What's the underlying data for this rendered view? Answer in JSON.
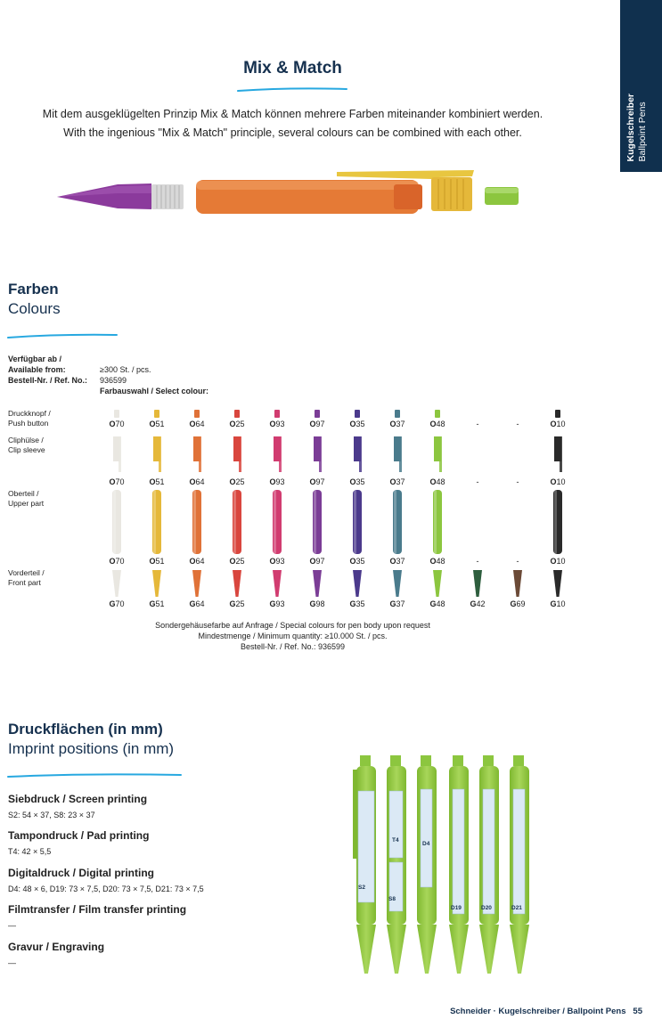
{
  "side_tab": {
    "de": "Kugelschreiber",
    "en": "Ballpoint Pens"
  },
  "mix": {
    "title": "Mix & Match",
    "line_de": "Mit dem ausgeklügelten Prinzip Mix & Match können mehrere Farben miteinander kombiniert werden.",
    "line_en": "With the ingenious \"Mix & Match\" principle, several colours can be combined with each other."
  },
  "colours": {
    "title_de": "Farben",
    "title_en": "Colours",
    "available_label": "Verfügbar ab /",
    "available_label_en": "Available from:",
    "available_value": "≥300 St. / pcs.",
    "order_label": "Bestell-Nr. / Ref. No.:",
    "order_value": "936599",
    "select_label": "Farbauswahl / Select colour:",
    "rows": [
      {
        "label_de": "Druckknopf /",
        "label_en": "Push button",
        "codes": [
          "O70",
          "O51",
          "O64",
          "O25",
          "O93",
          "O97",
          "O35",
          "O37",
          "O48",
          "-",
          "-",
          "O10"
        ]
      },
      {
        "label_de": "Cliphülse /",
        "label_en": "Clip sleeve",
        "codes": [
          "O70",
          "O51",
          "O64",
          "O25",
          "O93",
          "O97",
          "O35",
          "O37",
          "O48",
          "-",
          "-",
          "O10"
        ]
      },
      {
        "label_de": "Oberteil /",
        "label_en": "Upper part",
        "codes": [
          "O70",
          "O51",
          "O64",
          "O25",
          "O93",
          "O97",
          "O35",
          "O37",
          "O48",
          "-",
          "-",
          "O10"
        ]
      },
      {
        "label_de": "Vorderteil /",
        "label_en": "Front part",
        "codes": [
          "G70",
          "G51",
          "G64",
          "G25",
          "G93",
          "G98",
          "G35",
          "G37",
          "G48",
          "G42",
          "G69",
          "G10"
        ]
      }
    ],
    "swatch_colors": [
      "#e9e7e1",
      "#e5b83a",
      "#e07238",
      "#d9463e",
      "#d13c70",
      "#7b3d96",
      "#4b3a8c",
      "#4a7b8c",
      "#8cc63f",
      "#2e5e3e",
      "#6b4a37",
      "#2a2a2a"
    ],
    "note_1": "Sondergehäusefarbe auf Anfrage / Special colours for pen body upon request",
    "note_2": "Mindestmenge / Minimum quantity: ≥10.000 St. / pcs.",
    "note_3": "Bestell-Nr. / Ref. No.: 936599"
  },
  "imprint": {
    "title_de": "Druckflächen (in mm)",
    "title_en": "Imprint positions (in mm)",
    "items": [
      {
        "title": "Siebdruck / Screen printing",
        "value": "S2: 54 × 37, S8: 23 × 37"
      },
      {
        "title": "Tampondruck / Pad printing",
        "value": "T4: 42 × 5,5"
      },
      {
        "title": "Digitaldruck / Digital printing",
        "value": "D4: 48 × 6, D19: 73 × 7,5, D20: 73 × 7,5, D21: 73 × 7,5"
      },
      {
        "title": "Filmtransfer / Film transfer printing",
        "value": "—"
      },
      {
        "title": "Gravur / Engraving",
        "value": "—"
      }
    ],
    "pen_labels": [
      "S2",
      "T4",
      "S8",
      "D4",
      "D19",
      "D20",
      "D21"
    ]
  },
  "footer": {
    "text": "Schneider · Kugelschreiber / Ballpoint Pens",
    "page": "55"
  }
}
